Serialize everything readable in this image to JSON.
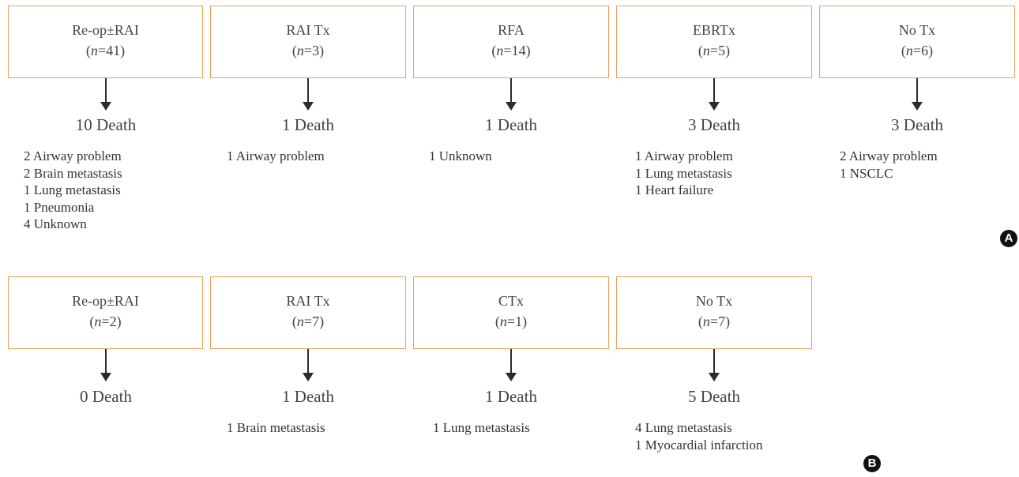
{
  "panels": [
    {
      "label": "A",
      "groups": [
        {
          "name": "Re-op±RAI",
          "n_prefix": "(",
          "n_var": "n",
          "n_suffix": "=41)",
          "deaths": "10 Death",
          "causes": [
            "2 Airway problem",
            "2 Brain metastasis",
            "1 Lung metastasis",
            "1 Pneumonia",
            "4 Unknown"
          ]
        },
        {
          "name": "RAI Tx",
          "n_prefix": "(",
          "n_var": "n",
          "n_suffix": "=3)",
          "deaths": "1 Death",
          "causes": [
            "1 Airway problem"
          ]
        },
        {
          "name": "RFA",
          "n_prefix": "(",
          "n_var": "n",
          "n_suffix": "=14)",
          "deaths": "1 Death",
          "causes": [
            "1 Unknown"
          ]
        },
        {
          "name": "EBRTx",
          "n_prefix": "(",
          "n_var": "n",
          "n_suffix": "=5)",
          "deaths": "3 Death",
          "causes": [
            "1 Airway problem",
            "1 Lung metastasis",
            "1 Heart failure"
          ]
        },
        {
          "name": "No Tx",
          "n_prefix": "(",
          "n_var": "n",
          "n_suffix": "=6)",
          "deaths": "3 Death",
          "causes": [
            "2 Airway problem",
            "1 NSCLC"
          ]
        }
      ]
    },
    {
      "label": "B",
      "groups": [
        {
          "name": "Re-op±RAI",
          "n_prefix": "(",
          "n_var": "n",
          "n_suffix": "=2)",
          "deaths": "0 Death",
          "causes": []
        },
        {
          "name": "RAI Tx",
          "n_prefix": "(",
          "n_var": "n",
          "n_suffix": "=7)",
          "deaths": "1 Death",
          "causes": [
            "1 Brain metastasis"
          ]
        },
        {
          "name": "CTx",
          "n_prefix": "(",
          "n_var": "n",
          "n_suffix": "=1)",
          "deaths": "1 Death",
          "causes": [
            "1 Lung metastasis"
          ]
        },
        {
          "name": "No Tx",
          "n_prefix": "(",
          "n_var": "n",
          "n_suffix": "=7)",
          "deaths": "5 Death",
          "causes": [
            "4 Lung metastasis",
            "1 Myocardial infarction"
          ]
        }
      ]
    }
  ],
  "colors": {
    "box_border": "#F0A05A",
    "arrow": "#2b2b2b",
    "badge": "#111111"
  }
}
